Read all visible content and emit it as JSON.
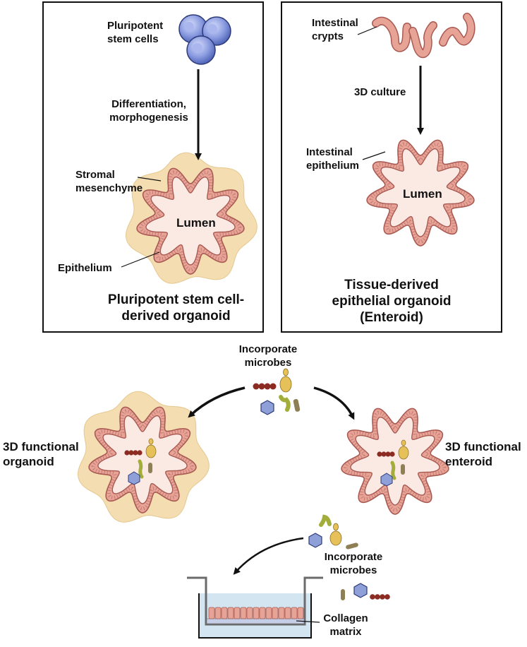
{
  "panel_left": {
    "stem_cells_label": "Pluripotent stem cells",
    "arrow_label": "Differentiation, morphogenesis",
    "mesenchyme_label": "Stromal mesenchyme",
    "lumen_label": "Lumen",
    "epithelium_label": "Epithelium",
    "title": "Pluripotent stem cell-derived organoid"
  },
  "panel_right": {
    "crypts_label": "Intestinal crypts",
    "arrow_label": "3D culture",
    "epithelium_label": "Intestinal epithelium",
    "lumen_label": "Lumen",
    "title_line1": "Tissue-derived",
    "title_line2": "epithelial organoid",
    "title_line3": "(Enteroid)"
  },
  "middle": {
    "microbes_label": "Incorporate microbes",
    "left_label": "3D functional organoid",
    "right_label": "3D functional enteroid"
  },
  "bottom": {
    "microbes_label": "Incorporate microbes",
    "matrix_label": "Collagen matrix"
  },
  "colors": {
    "epithelium": "#e8a397",
    "epithelium_stroke": "#a85a52",
    "lumen": "#fbe9e4",
    "mesenchyme": "#f4ddb0",
    "stem_cell": "#7b8fd8",
    "microbe_red": "#8b2b22",
    "microbe_yellow": "#e6c15a",
    "microbe_green": "#a2ad3a",
    "microbe_olive": "#8e7f55",
    "microbe_virus": "#8fa0d8",
    "medium": "#d3e5f1"
  }
}
